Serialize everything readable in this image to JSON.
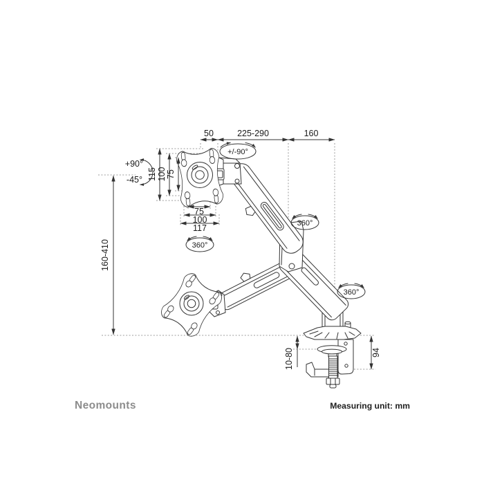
{
  "brand": "Neomounts",
  "note": "Measuring unit: mm",
  "dims": {
    "top_left": "50",
    "top_mid": "225-290",
    "top_right": "160",
    "height_range": "160-410",
    "plate_h_outer": "115",
    "plate_h_mid": "100",
    "plate_h_vesa": "75",
    "plate_w_vesa": "75",
    "plate_w_mid": "100",
    "plate_w_outer": "117",
    "clamp_open": "10-80",
    "clamp_height": "94"
  },
  "angles": {
    "tilt_up": "+90°",
    "tilt_down": "-45°",
    "swivel": "+/-90°",
    "rot_vesa": "360°",
    "rot_arm": "360°",
    "rot_base": "360°"
  },
  "colors": {
    "line": "#333333",
    "dotted": "#9b9b9b",
    "text": "#1a1a1a",
    "brand": "#8c8c8c",
    "background": "#ffffff"
  }
}
